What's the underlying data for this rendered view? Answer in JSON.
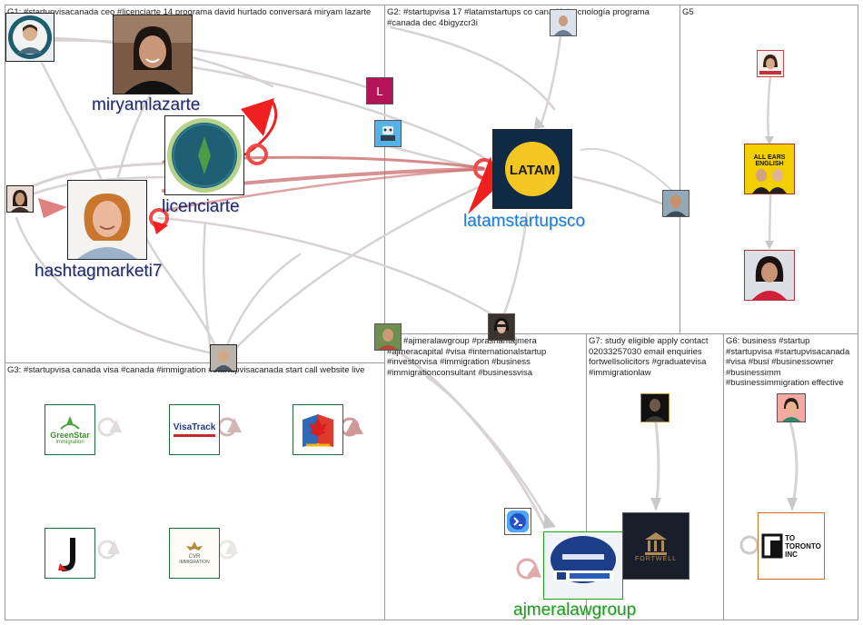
{
  "groups": [
    {
      "id": "G1",
      "label": "G1: #startupvisacanada ceo #licenciarte 14 programa david hurtado conversará miryam lazarte"
    },
    {
      "id": "G2",
      "label": "G2: #startupvisa 17 #latamstartups co canadá #tecnología programa #canada dec 4bigyzcr3i"
    },
    {
      "id": "G5",
      "label": "G5"
    },
    {
      "id": "G3",
      "label": "G3: #startupvisa canada visa #canada #immigration #startupvisacanada start call website live"
    },
    {
      "id": "G4",
      "label": "G4: #ajmeralawgroup #prashantajmera #ajmeracapital #visa #internationalstartup #investorvisa #immigration #business #immigrationconsultant #businessvisa"
    },
    {
      "id": "G7",
      "label": "G7: study eligible apply contact 02033257030 email enquiries fortwellsolicitors #graduatevisa #immigrationlaw"
    },
    {
      "id": "G6",
      "label": "G6: business #startup #startupvisa #startupvisacanada #visa #busi #businessowner #businessimm #businessimmigration effective"
    }
  ],
  "vertex_labels": {
    "miryamlazarte": "miryamlazarte",
    "licenciarte": "licenciarte",
    "hashtagmarketi7": "hashtagmarketi7",
    "latamstartupsco": "latamstartupsco",
    "ajmeralawgroup": "ajmeralawgroup"
  },
  "avatar_text": {
    "latam": "LATAM",
    "l_badge": "L",
    "all_ears_line1": "ALL EARS",
    "all_ears_line2": "ENGLISH",
    "greenstar_line1": "GreenStar",
    "greenstar_line2": "Immigration",
    "visatrack": "VisaTrack",
    "cvr_line1": "CVR",
    "cvr_line2": "IMMIGRATION",
    "fortwell": "FORTWELL",
    "toronto_line1": "TO",
    "toronto_line2": "TORONTO",
    "toronto_line3": "INC"
  },
  "colors": {
    "edge": "#d4cccc",
    "edge_red": "#ef2020",
    "edge_dark_red": "#c86464",
    "label_navy": "#1f2a6b",
    "label_blue": "#1b7ed6",
    "label_green": "#1aa11a"
  }
}
